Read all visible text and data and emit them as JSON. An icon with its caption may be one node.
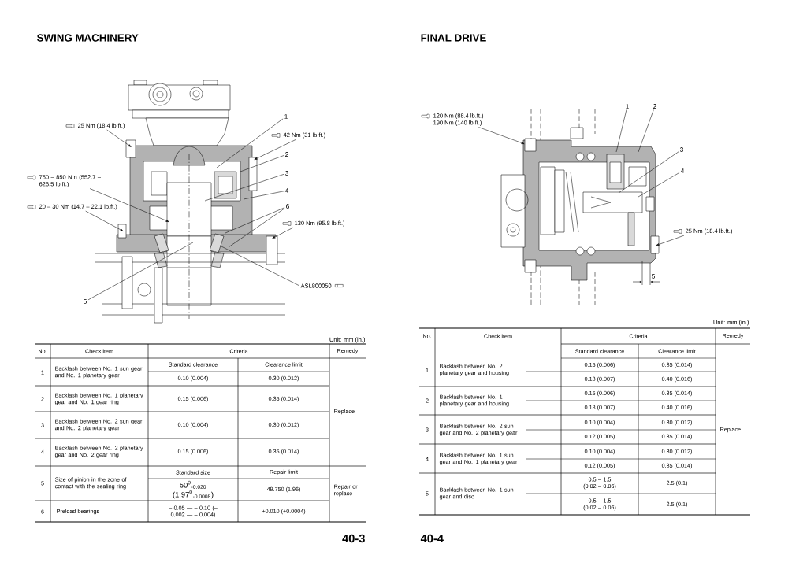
{
  "diagram": {
    "nodes": [
      {
        "text": [
          "25 Nm (18.4 lb.ft.)"
        ]
      },
      {
        "text": [
          "42 Nm (31 lb.ft.)"
        ]
      },
      {
        "text": [
          "750 – 850 Nm (552.7 – 626.5 lb.ft.)"
        ]
      },
      {
        "text": [
          "20 – 30 Nm (14.7 – 22.1 lb.ft.)"
        ]
      },
      {
        "text": [
          "130 Nm (95.8 lb.ft.)"
        ]
      },
      {
        "text": [
          "ASL800050"
        ]
      },
      {
        "text": [
          "1"
        ]
      },
      {
        "text": [
          "2"
        ]
      },
      {
        "text": [
          "3"
        ]
      },
      {
        "text": [
          "4"
        ]
      },
      {
        "text": [
          "6"
        ]
      },
      {
        "text": [
          "5"
        ]
      },
      {
        "text": [
          "120 Nm (88.4 lb.ft.)",
          "190 Nm (140 lb.ft.)"
        ]
      },
      {
        "text": [
          "25 Nm (18.4 lb.ft.)"
        ]
      },
      {
        "text": [
          "1"
        ]
      },
      {
        "text": [
          "2"
        ]
      },
      {
        "text": [
          "3"
        ]
      },
      {
        "text": [
          "4"
        ]
      }
    ],
    "edges": [
      {
        "from": 0,
        "to": null,
        "arrow": "to"
      },
      {
        "from": 1,
        "to": null,
        "arrow": "to"
      },
      {
        "from": 2,
        "to": null,
        "arrow": "to"
      },
      {
        "from": 3,
        "to": null,
        "arrow": "to"
      },
      {
        "from": 4,
        "to": null,
        "arrow": "to"
      },
      {
        "from": 5,
        "to": null,
        "arrow": "none"
      },
      {
        "from": 6,
        "to": null,
        "arrow": "none"
      },
      {
        "from": 7,
        "to": null,
        "arrow": "none"
      },
      {
        "from": 8,
        "to": null,
        "arrow": "none"
      },
      {
        "from": 9,
        "to": null,
        "arrow": "none"
      },
      {
        "from": 10,
        "to": null,
        "arrow": "none"
      },
      {
        "from": 10,
        "to": null,
        "arrow": "none"
      },
      {
        "from": 11,
        "to": null,
        "arrow": "none"
      },
      {
        "from": 12,
        "to": null,
        "arrow": "to"
      },
      {
        "from": 13,
        "to": null,
        "arrow": "to"
      },
      {
        "from": 14,
        "to": null,
        "arrow": "none"
      },
      {
        "from": 15,
        "to": null,
        "arrow": "none"
      },
      {
        "from": 16,
        "to": null,
        "arrow": "none"
      },
      {
        "from": 17,
        "to": null,
        "arrow": "none"
      }
    ],
    "labels": [
      "SWING MACHINERY",
      "FINAL DRIVE",
      "Unit: mm (in.)",
      "No.",
      "Check item",
      "Criteria",
      "Remedy",
      "1",
      "Backlash between No. 1 sun gear and No. 1 planetary gear",
      "Standard clearance",
      "Clearance limit",
      "0.10 (0.004)",
      "0.30 (0.012)",
      "Replace",
      "2",
      "Backlash between No. 1 planetary gear and No. 1 gear ring",
      "0.15 (0.006)",
      "0.35 (0.014)",
      "3",
      "Backlash between No. 2 sun gear and No. 2 planetary gear",
      "0.10 (0.004)",
      "0.30 (0.012)",
      "4",
      "Backlash between No. 2 planetary gear and No. 2 gear ring",
      "0.15 (0.006)",
      "0.35 (0.014)",
      "5",
      "Size of pinion in the zone of contact with the sealing ring",
      "Standard size",
      "Repair limit",
      "50$^{0}$$_{-0.020}$ (1.97$^{0}$$_{-0.0008}$)",
      "49.750 (1.96)",
      "Repair or replace",
      "6",
      "Preload bearings",
      "– 0.05 — – 0.10 (– 0.002 — – 0.004)",
      "+0.010 (+0.0004)",
      "40-3",
      "5",
      "Unit: mm (in.)",
      "No.",
      "Check item",
      "Criteria",
      "Remedy",
      "Standard clearance",
      "Clearance limit",
      "1",
      "Backlash between No. 2 planetary gear and housing",
      "0.15 (0.006)",
      "0.35 (0.014)",
      "0.18 (0.007)",
      "0.40 (0.016)",
      "Replace",
      "2",
      "Backlash between No. 1 planetary gear and housing",
      "0.15 (0.006)",
      "0.35 (0.014)",
      "0.18 (0.007)",
      "0.40 (0.016)",
      "3",
      "Backlash between No. 2 sun gear and No. 2 planetary gear",
      "0.10 (0.004)",
      "0.30 (0.012)",
      "0.12 (0.005)",
      "0.35 (0.014)",
      "4",
      "Backlash between No. 1 sun gear and No. 1 planetary gear",
      "0.10 (0.004)",
      "0.30 (0.012)",
      "0.12 (0.005)",
      "0.35 (0.014)",
      "5",
      "Backlash between No. 1 sun gear and disc",
      "0.5 – 1.5 (0.02 – 0.06)",
      "2.5 (0.1)",
      "0.5 – 1.5 (0.02 – 0.06)",
      "2.5 (0.1)",
      "40-4"
    ]
  }
}
